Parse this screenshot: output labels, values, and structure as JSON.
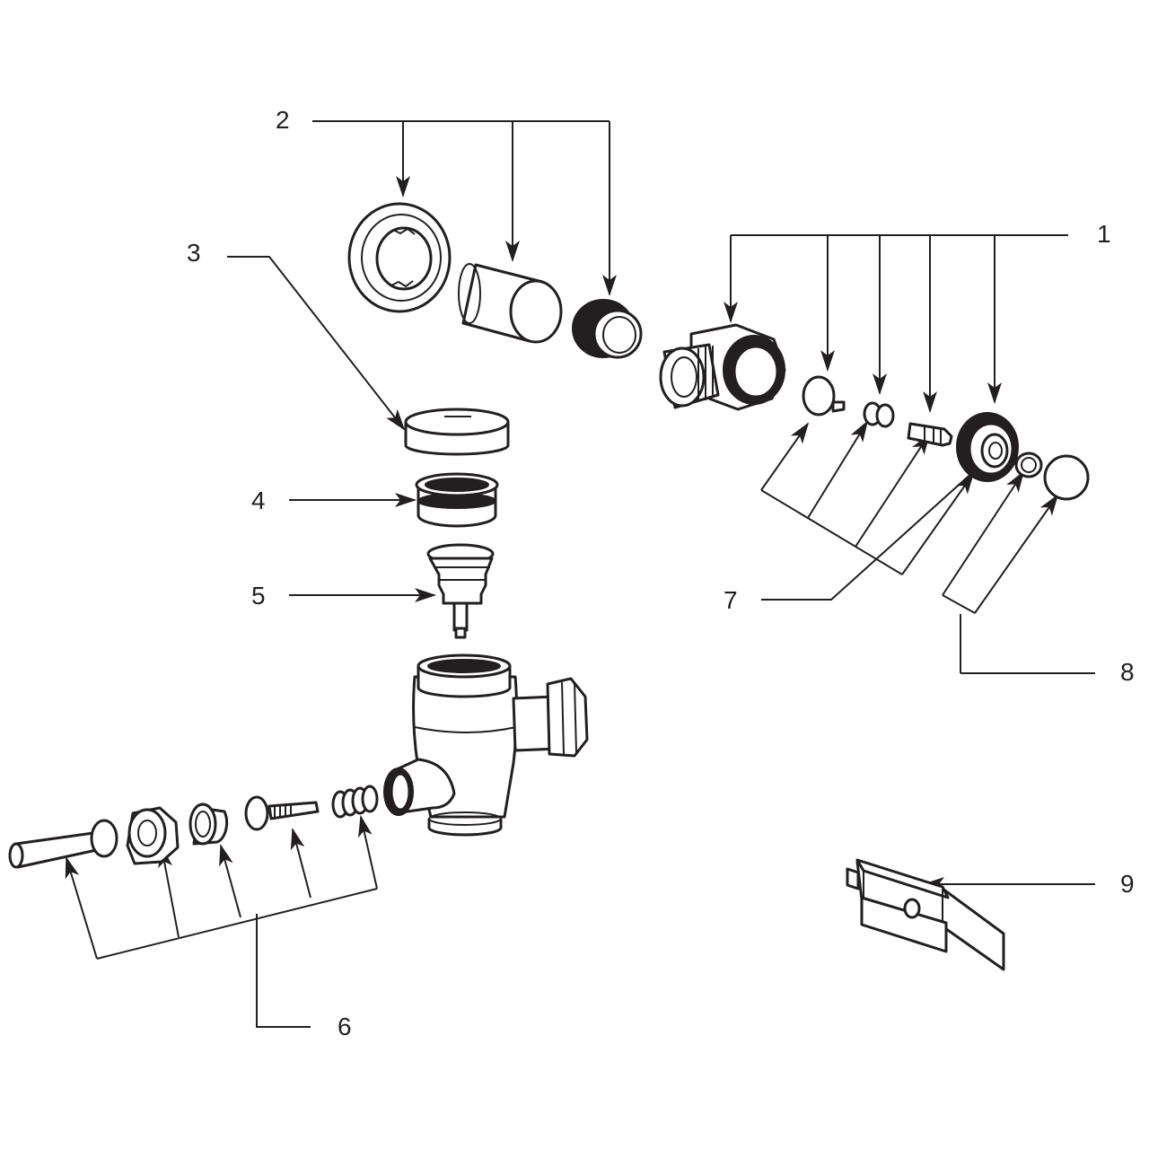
{
  "callouts": {
    "c1": "1",
    "c2": "2",
    "c3": "3",
    "c4": "4",
    "c5": "5",
    "c6": "6",
    "c7": "7",
    "c8": "8",
    "c9": "9"
  },
  "colors": {
    "ink": "#231f20",
    "background": "#ffffff"
  }
}
